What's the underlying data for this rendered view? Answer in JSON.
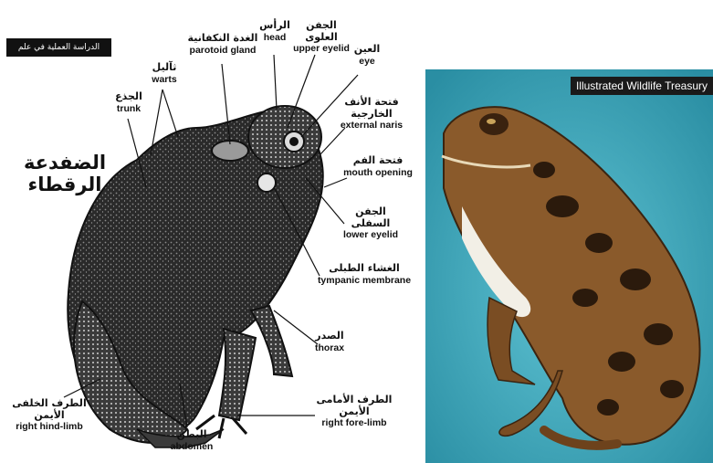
{
  "badge_text": "الدراسة العملية في علم الحيوان",
  "title_ar": "الضفدعة الرقطاء",
  "labels": {
    "trunk": {
      "ar": "الجذع",
      "en": "trunk"
    },
    "warts": {
      "ar": "ثآليل",
      "en": "warts"
    },
    "parotoid": {
      "ar": "الغدة النكفانية",
      "en": "parotoid gland"
    },
    "head": {
      "ar": "الرأس",
      "en": "head"
    },
    "upper_eyelid": {
      "ar": "الجفن العلوى",
      "en": "upper eyelid"
    },
    "eye": {
      "ar": "العين",
      "en": "eye"
    },
    "naris": {
      "ar": "فتحة الأنف الخارجية",
      "en": "external naris"
    },
    "mouth": {
      "ar": "فتحة الفم",
      "en": "mouth opening"
    },
    "lower_eyelid": {
      "ar": "الجفن السفلى",
      "en": "lower eyelid"
    },
    "tympanic": {
      "ar": "الغشاء الطبلى",
      "en": "tympanic membrane"
    },
    "thorax": {
      "ar": "الصدر",
      "en": "thorax"
    },
    "fore_limb": {
      "ar": "الطرف الأمامى الأيمن",
      "en": "right fore-limb"
    },
    "abdomen": {
      "ar": "البطن",
      "en": "abdomen"
    },
    "hind_limb": {
      "ar": "الطرف الخلفى الأيمن",
      "en": "right hind-limb"
    }
  },
  "photo_banner": "Illustrated Wildlife Treasury"
}
